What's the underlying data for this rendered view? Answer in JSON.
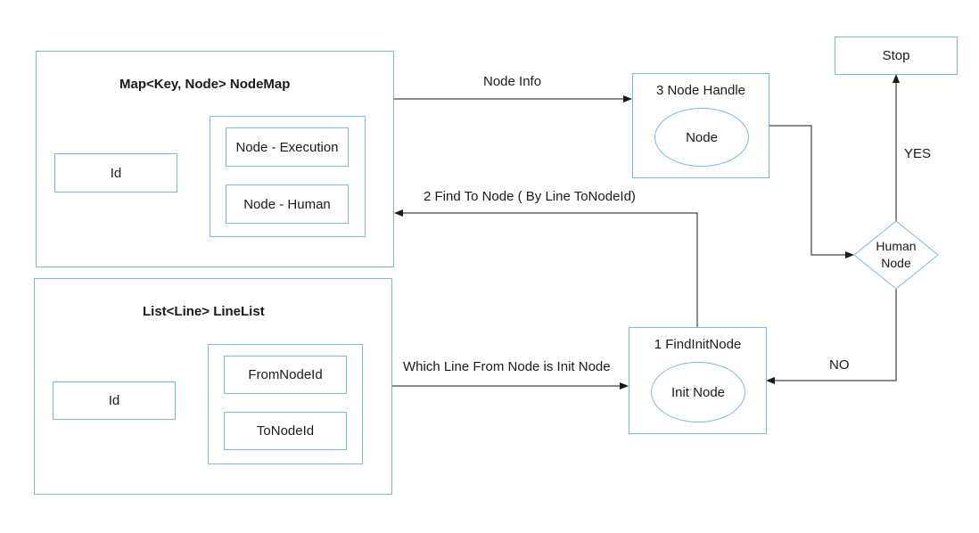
{
  "nodemap": {
    "title": "Map<Key, Node> NodeMap",
    "id_label": "Id",
    "items": [
      "Node - Execution",
      "Node - Human"
    ]
  },
  "linelist": {
    "title": "List<Line> LineList",
    "id_label": "Id",
    "items": [
      "FromNodeId",
      "ToNodeId"
    ]
  },
  "node_handle": {
    "title": "3 Node Handle",
    "ellipse": "Node"
  },
  "find_init": {
    "title": "1 FindInitNode",
    "ellipse": "Init Node"
  },
  "decision": {
    "line1": "Human",
    "line2": "Node"
  },
  "stop": "Stop",
  "edges": {
    "node_info": "Node Info",
    "find_to_node": "2 Find To Node ( By Line ToNodeId)",
    "which_line": "Which Line From Node is Init Node",
    "yes": "YES",
    "no": "NO"
  },
  "colors": {
    "border": "#7ab8e6",
    "line": "#333333"
  }
}
